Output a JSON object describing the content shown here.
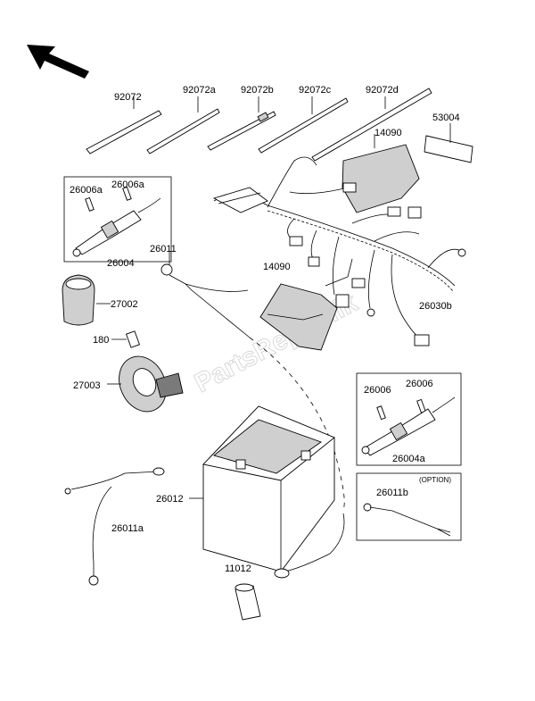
{
  "watermark": "PartsRepublik",
  "option_label": "(OPTION)",
  "labels": {
    "p92072": "92072",
    "p92072a": "92072a",
    "p92072b": "92072b",
    "p92072c": "92072c",
    "p92072d": "92072d",
    "p53004": "53004",
    "p14090_top": "14090",
    "p26006a_1": "26006a",
    "p26006a_2": "26006a",
    "p26004": "26004",
    "p26011": "26011",
    "p14090_mid": "14090",
    "p27002": "27002",
    "p26030b": "26030b",
    "p180": "180",
    "p27003": "27003",
    "p26006_1": "26006",
    "p26006_2": "26006",
    "p26004a": "26004a",
    "p26012": "26012",
    "p26011b": "26011b",
    "p26011a": "26011a",
    "p11012": "11012"
  }
}
